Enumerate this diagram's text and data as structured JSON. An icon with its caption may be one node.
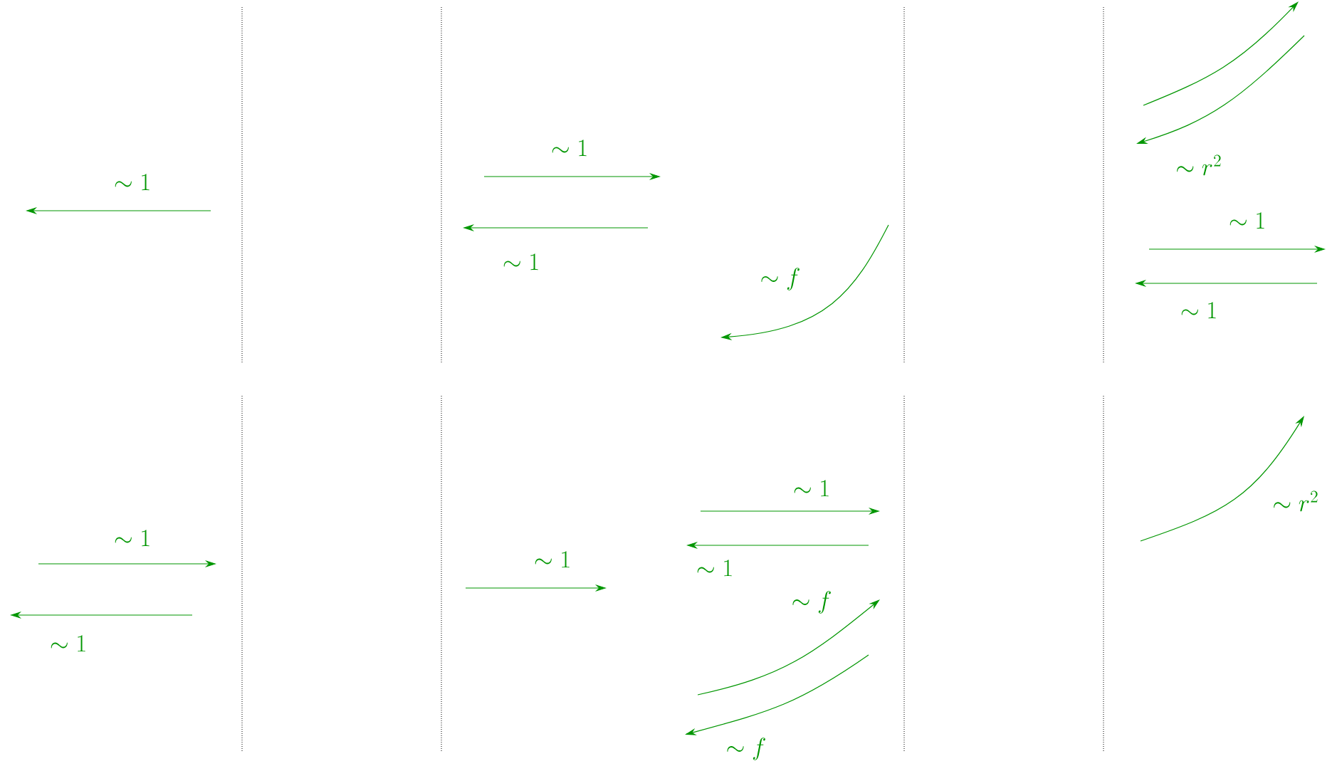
{
  "diagram": {
    "labels": [
      "\\sim 1",
      "\\sim 1",
      "\\sim 1",
      "\\sim f",
      "\\sim r^2",
      "\\sim 1",
      "\\sim 1",
      "\\sim 1",
      "\\sim 1",
      "\\sim 1",
      "\\sim 1",
      "\\sim 1",
      "\\sim f",
      "\\sim f",
      "\\sim r^2"
    ]
  }
}
